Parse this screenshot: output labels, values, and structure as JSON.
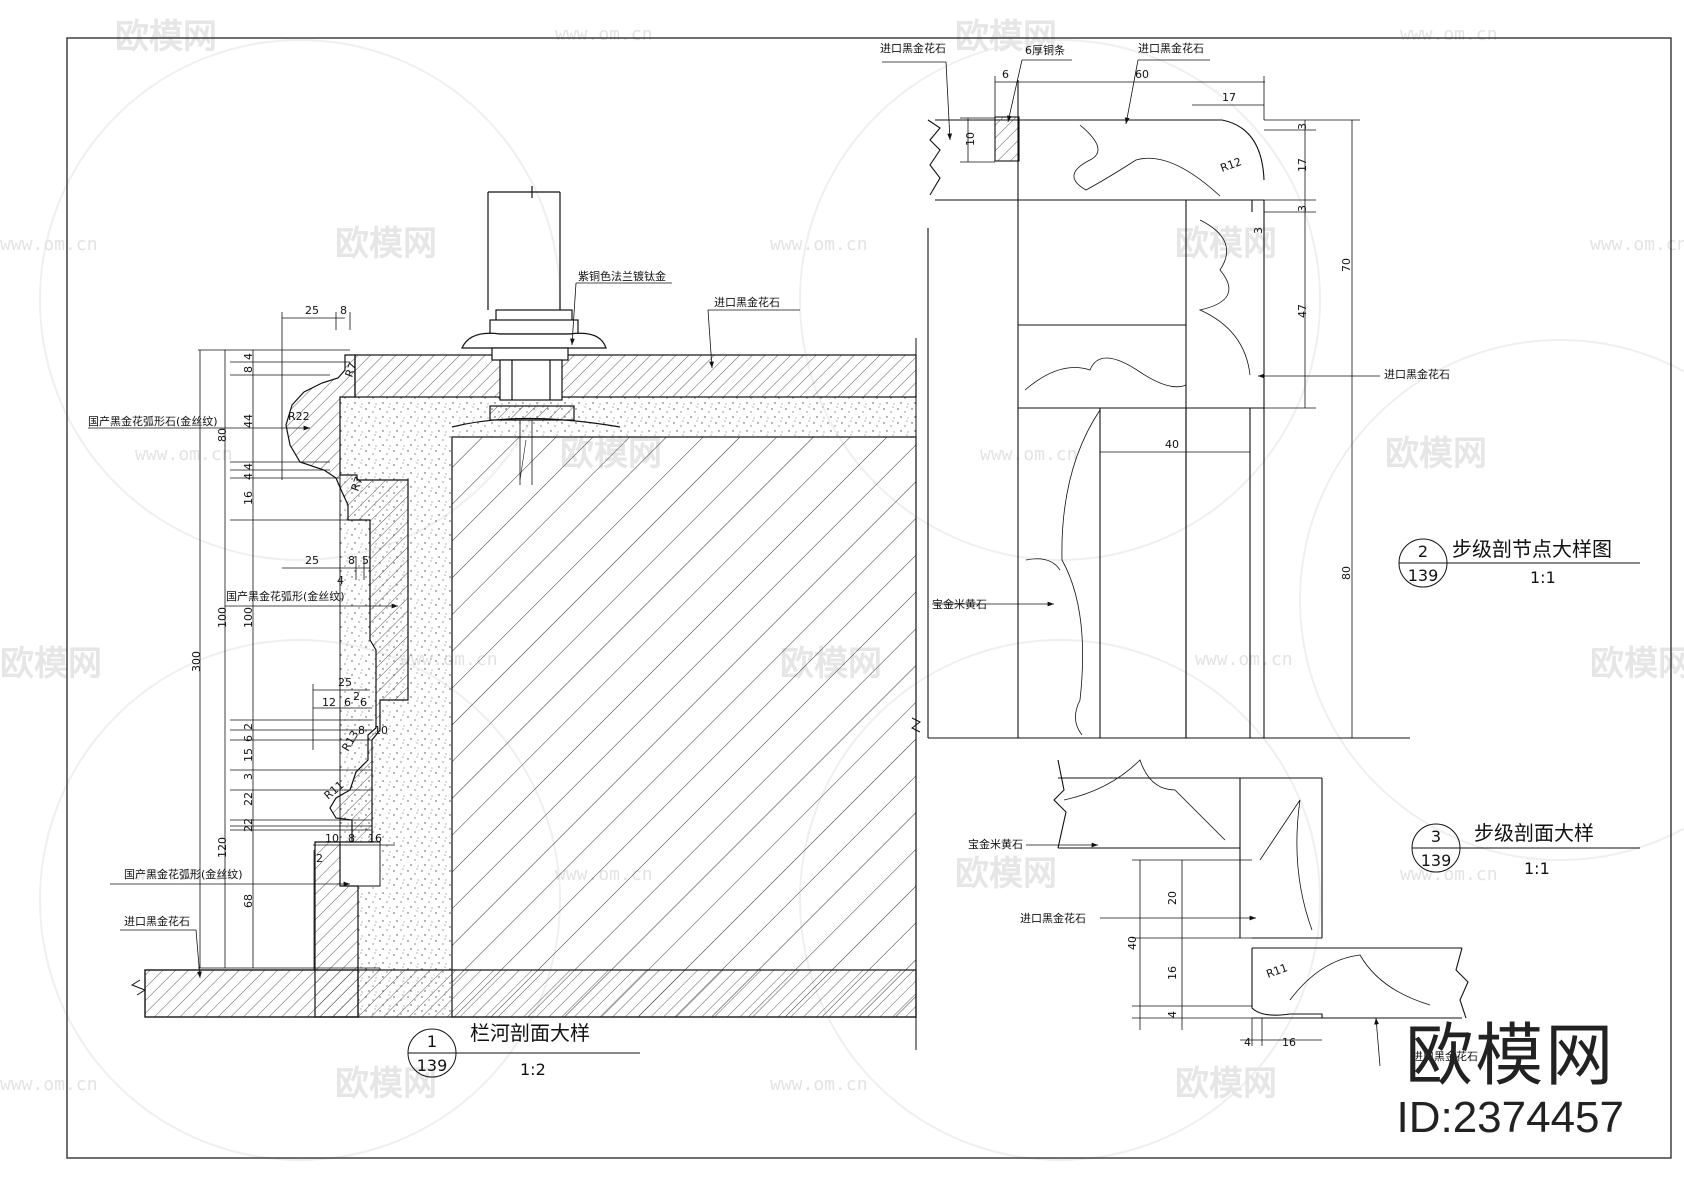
{
  "watermark": {
    "url": "www.om.cn",
    "name": "欧模网"
  },
  "brand": {
    "name": "欧模网",
    "id": "ID:2374457"
  },
  "details": [
    {
      "num": "1",
      "sheet": "139",
      "title": "栏河剖面大样",
      "scale": "1:2"
    },
    {
      "num": "2",
      "sheet": "139",
      "title": "步级剖节点大样图",
      "scale": "1:1"
    },
    {
      "num": "3",
      "sheet": "139",
      "title": "步级剖面大样",
      "scale": "1:1"
    }
  ],
  "labels": {
    "flange": "紫铜色法兰镀钛金",
    "import_black_gold": "进口黑金花石",
    "domestic_arc_stone": "国产黑金花弧形石(金丝纹)",
    "domestic_arc": "国产黑金花弧形(金丝纹)",
    "copper_strip": "6厚铜条",
    "baojin_yellow": "宝金米黄石"
  },
  "dims_d1": {
    "top_25": "25",
    "top_8": "8",
    "r7a": "R7",
    "r22": "R22",
    "r7b": "R7",
    "v4a": "4",
    "v8": "8",
    "v44": "44",
    "v80": "80",
    "v4b": "4",
    "v4c": "4",
    "v16": "16",
    "mid_25": "25",
    "mid_8": "8",
    "mid_5": "5",
    "mid_4": "4",
    "v100a": "100",
    "v100b": "100",
    "v300": "300",
    "n25": "25",
    "n12": "12",
    "n6a": "6",
    "n2": "2",
    "n6b": "6",
    "r13": "R13",
    "n8": "8",
    "n10": "10",
    "r11": "R11",
    "v2": "2",
    "v6": "6",
    "v15": "15",
    "v3": "3",
    "v22a": "22",
    "v22b": "22",
    "v120": "120",
    "v68": "68",
    "b10": "10",
    "b8": "8",
    "b16": "16",
    "b2": "2"
  },
  "dims_d2": {
    "w6": "6",
    "w60": "60",
    "w17": "17",
    "h10": "10",
    "r12": "R12",
    "h3a": "3",
    "h17": "17",
    "h3b": "3",
    "h3c": "3",
    "h47": "47",
    "h70": "70",
    "w40": "40",
    "h80": "80"
  },
  "dims_d3": {
    "h20": "20",
    "h40": "40",
    "h16": "16",
    "h4": "4",
    "r11": "R11",
    "w4": "4",
    "w16": "16"
  }
}
